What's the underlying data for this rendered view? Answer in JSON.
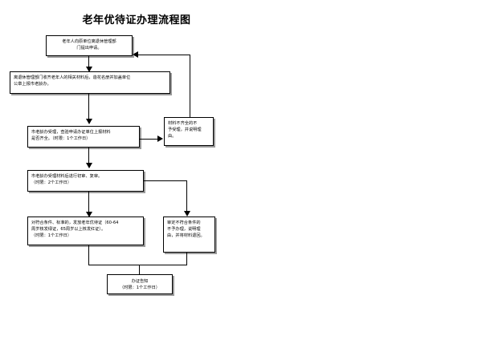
{
  "page": {
    "title": "老年优待证办理流程图",
    "type": "flowchart",
    "background_color": "#ffffff",
    "line_color": "#000000",
    "box_fill": "#ffffff"
  },
  "nodes": [
    {
      "id": "apply",
      "name": "node-apply",
      "align": "center",
      "lines": [
        "老年人向原单位离退休管理部",
        "门提出申请。"
      ]
    },
    {
      "id": "collect",
      "name": "node-collect-materials",
      "align": "left",
      "lines": [
        "离退休管理部门收齐老年人的相关材料后，造花名册并加盖单位",
        "公章上报市老龄办。"
      ]
    },
    {
      "id": "accept",
      "name": "node-accept-review",
      "align": "left",
      "lines": [
        "市老龄办受理，查验申请办证单位上报材料",
        "是否齐全。（时限：1个工作日）"
      ]
    },
    {
      "id": "incomplete",
      "name": "node-incomplete-materials",
      "align": "left",
      "lines": [
        "材料不齐全的不",
        "予受理，并说明理",
        "由。"
      ]
    },
    {
      "id": "examine",
      "name": "node-first-second-examine",
      "align": "left",
      "lines": [
        "市老龄办受理材料后进行初审、复审。",
        "（时限：2个工作日）"
      ]
    },
    {
      "id": "reject",
      "name": "node-not-qualified",
      "align": "left",
      "lines": [
        "审定不符合条件的",
        "不予办理，说明理",
        "由，并将材料退回。"
      ]
    },
    {
      "id": "issue",
      "name": "node-issue-card",
      "align": "left",
      "lines": [
        "对符合条件、标准的，发放老年优待证（60-64",
        "周岁核发绿证，65周岁以上核发红证）。",
        "（时限：1个工作日）"
      ]
    },
    {
      "id": "notify",
      "name": "node-notify",
      "align": "center",
      "lines": [
        "办证告知",
        "（时限：1个工作日）"
      ]
    }
  ],
  "connectors": [
    {
      "name": "connector-apply-to-collect",
      "kind": "arrow-down"
    },
    {
      "name": "connector-collect-to-accept",
      "kind": "arrow-down"
    },
    {
      "name": "connector-accept-to-incomplete",
      "kind": "arrow-right"
    },
    {
      "name": "connector-incomplete-to-apply",
      "kind": "arrow-left-feedback"
    },
    {
      "name": "connector-accept-to-examine",
      "kind": "arrow-down"
    },
    {
      "name": "connector-examine-to-issue",
      "kind": "arrow-down"
    },
    {
      "name": "connector-examine-to-reject",
      "kind": "arrow-down-branch"
    },
    {
      "name": "connector-issue-to-notify",
      "kind": "merge-down"
    },
    {
      "name": "connector-reject-to-notify",
      "kind": "merge-down"
    }
  ]
}
